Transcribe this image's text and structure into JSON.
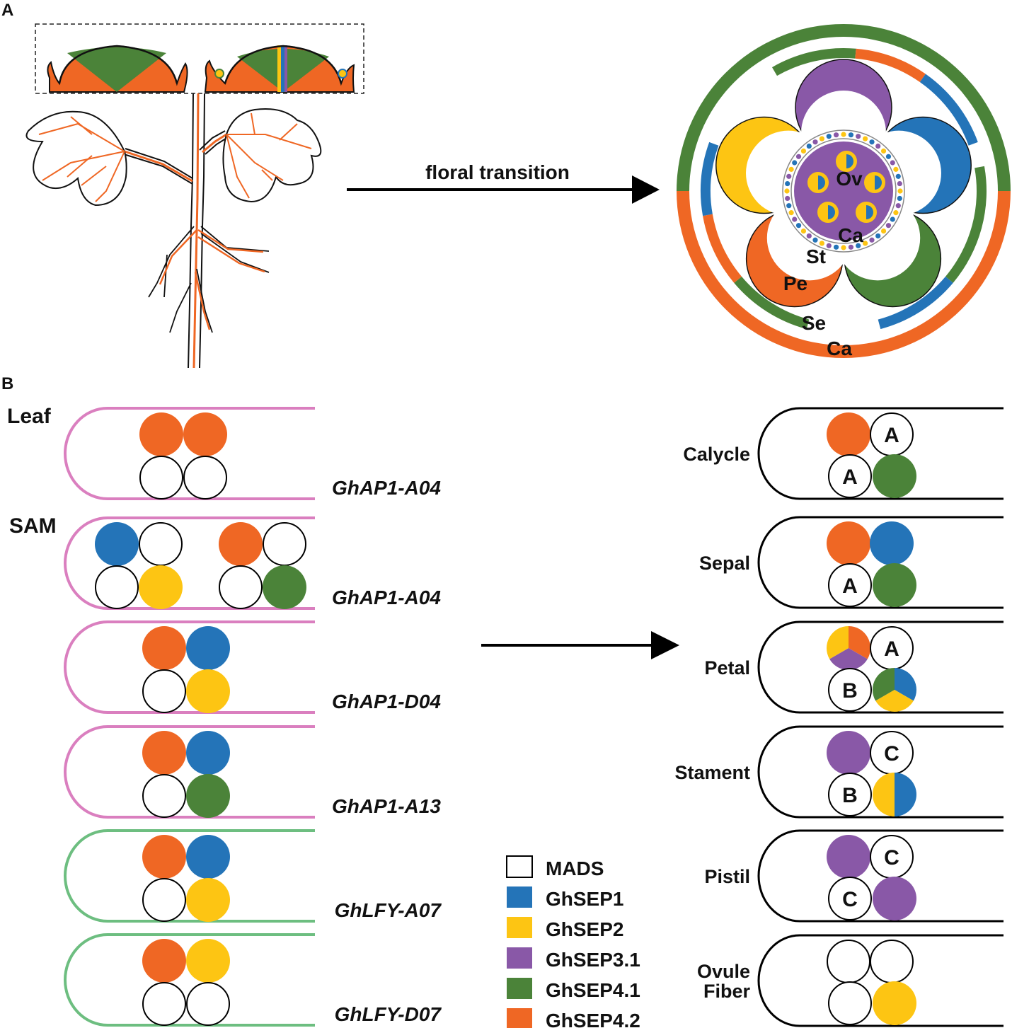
{
  "colors": {
    "MADS": "#ffffff",
    "GhSEP1": "#2474b8",
    "GhSEP2": "#fdc513",
    "GhSEP3.1": "#8958a7",
    "GhSEP4.1": "#4b8339",
    "GhSEP4.2": "#ef6724",
    "pink_line": "#da7fbf",
    "green_line": "#6dbe80",
    "outline": "#000000"
  },
  "panel_a": {
    "label": "A",
    "arrow_text": "floral transition",
    "flower_labels": {
      "ovule": "Ov",
      "carpel": "Ca",
      "stamen": "St",
      "petal": "Pe",
      "sepal": "Se",
      "calycle": "Ca"
    }
  },
  "panel_b": {
    "label": "B",
    "left_group_labels": {
      "leaf": "Leaf",
      "sam": "SAM"
    },
    "left_rows": [
      {
        "gene": "GhAP1-A04",
        "line": "pink",
        "quartets": [
          [
            "GhSEP4.2",
            "GhSEP4.2",
            "MADS",
            "MADS"
          ]
        ]
      },
      {
        "gene": "GhAP1-A04",
        "line": "pink",
        "quartets": [
          [
            "GhSEP1",
            "MADS",
            "MADS",
            "GhSEP2"
          ],
          [
            "GhSEP4.2",
            "MADS",
            "MADS",
            "GhSEP4.1"
          ]
        ]
      },
      {
        "gene": "GhAP1-D04",
        "line": "pink",
        "quartets": [
          [
            "GhSEP4.2",
            "GhSEP1",
            "MADS",
            "GhSEP2"
          ]
        ]
      },
      {
        "gene": "GhAP1-A13",
        "line": "pink",
        "quartets": [
          [
            "GhSEP4.2",
            "GhSEP1",
            "MADS",
            "GhSEP4.1"
          ]
        ]
      },
      {
        "gene": "GhLFY-A07",
        "line": "green",
        "quartets": [
          [
            "GhSEP4.2",
            "GhSEP1",
            "MADS",
            "GhSEP2"
          ]
        ]
      },
      {
        "gene": "GhLFY-D07",
        "line": "green",
        "quartets": [
          [
            "GhSEP4.2",
            "GhSEP2",
            "MADS",
            "MADS"
          ]
        ]
      }
    ],
    "right_rows": [
      {
        "organ": "Calycle",
        "circles": [
          {
            "fill": "GhSEP4.2"
          },
          {
            "letter": "A"
          },
          {
            "letter": "A"
          },
          {
            "fill": "GhSEP4.1"
          }
        ]
      },
      {
        "organ": "Sepal",
        "circles": [
          {
            "fill": "GhSEP4.2"
          },
          {
            "fill": "GhSEP1"
          },
          {
            "letter": "A"
          },
          {
            "fill": "GhSEP4.1"
          }
        ]
      },
      {
        "organ": "Petal",
        "circles": [
          {
            "pie": [
              "GhSEP4.2",
              "GhSEP3.1",
              "GhSEP2"
            ]
          },
          {
            "letter": "A"
          },
          {
            "letter": "B"
          },
          {
            "pie": [
              "GhSEP1",
              "GhSEP2",
              "GhSEP4.1"
            ]
          }
        ]
      },
      {
        "organ": "Stament",
        "circles": [
          {
            "fill": "GhSEP3.1"
          },
          {
            "letter": "C"
          },
          {
            "letter": "B"
          },
          {
            "half": [
              "GhSEP2",
              "GhSEP1"
            ]
          }
        ]
      },
      {
        "organ": "Pistil",
        "circles": [
          {
            "fill": "GhSEP3.1"
          },
          {
            "letter": "C"
          },
          {
            "letter": "C"
          },
          {
            "fill": "GhSEP3.1"
          }
        ]
      },
      {
        "organ": "Ovule\nFiber",
        "circles": [
          {
            "letter": ""
          },
          {
            "letter": ""
          },
          {
            "letter": ""
          },
          {
            "fill": "GhSEP2"
          }
        ]
      }
    ],
    "legend": [
      {
        "key": "MADS",
        "label": "MADS"
      },
      {
        "key": "GhSEP1",
        "label": "GhSEP1"
      },
      {
        "key": "GhSEP2",
        "label": "GhSEP2"
      },
      {
        "key": "GhSEP3.1",
        "label": "GhSEP3.1"
      },
      {
        "key": "GhSEP4.1",
        "label": "GhSEP4.1"
      },
      {
        "key": "GhSEP4.2",
        "label": "GhSEP4.2"
      }
    ]
  }
}
